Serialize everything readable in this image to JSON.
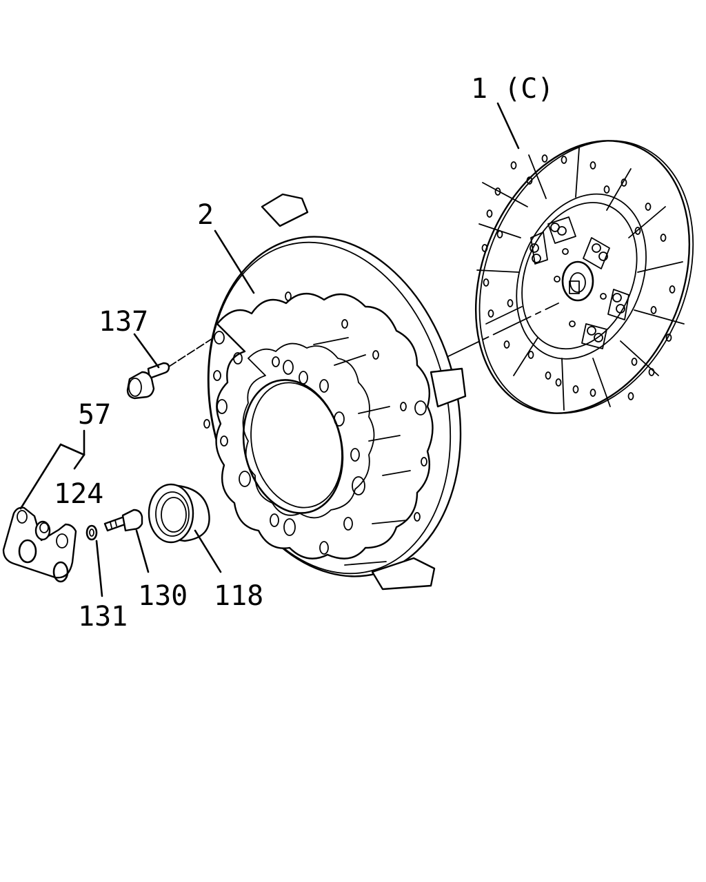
{
  "callouts": {
    "disc": "1 (C)",
    "cover": "2",
    "bolt_cover": "137",
    "fork_assy": "57",
    "pivot": "124",
    "bearing": "118",
    "fork_bolt": "130",
    "washer": "131"
  }
}
